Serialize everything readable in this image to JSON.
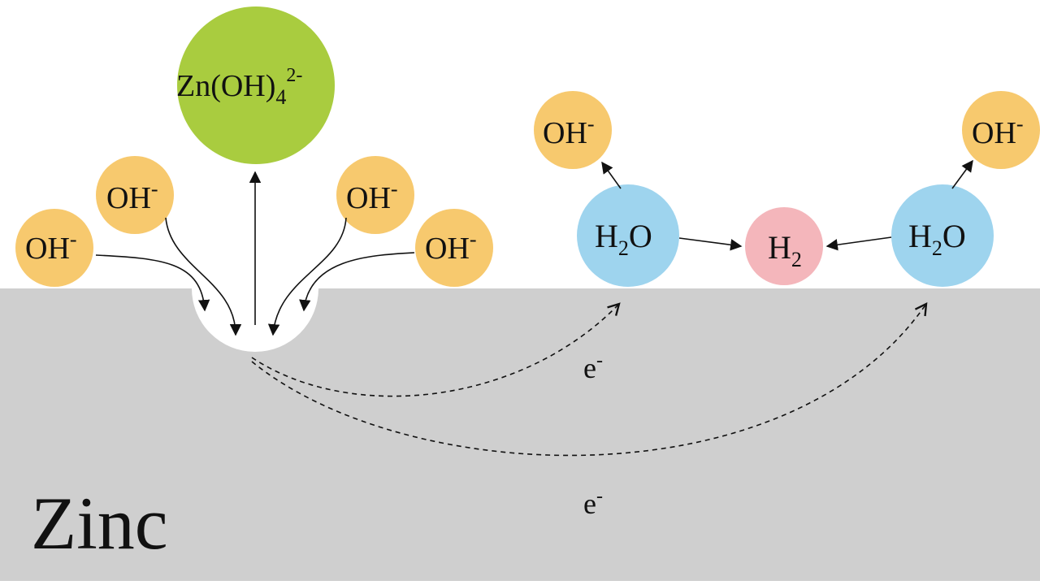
{
  "colors": {
    "zinc": "#cfcfcf",
    "hydroxide": "#f7c96e",
    "zincate": "#a9cc3f",
    "water": "#9ed4ee",
    "hydrogen": "#f4b6bb",
    "text": "#111111"
  },
  "labels": {
    "zinc": "Zinc",
    "hydroxide_base": "OH",
    "hydroxide_charge": "-",
    "zincate_base": "Zn(OH)",
    "zincate_sub": "4",
    "zincate_charge": "2-",
    "water_h": "H",
    "water_sub": "2",
    "water_o": "O",
    "hydrogen_h": "H",
    "hydrogen_sub": "2",
    "electron_base": "e",
    "electron_charge": "-"
  }
}
